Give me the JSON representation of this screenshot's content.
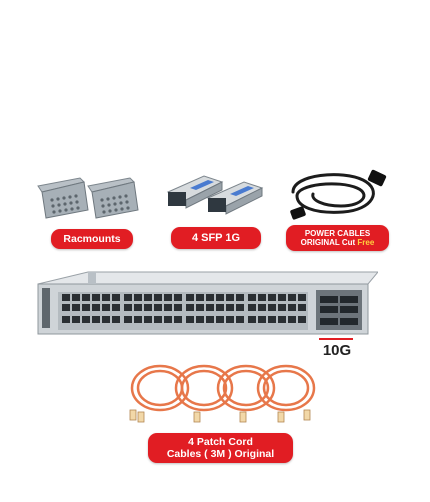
{
  "labels": {
    "rackmounts": "Racmounts",
    "sfp": "4 SFP 1G",
    "power_line1": "POWER CABLES",
    "power_line2_prefix": "ORIGINAL Cut ",
    "power_line2_highlight": "Free",
    "ten_g": "10G",
    "patch_line1": "4 Patch Cord",
    "patch_line2": "Cables ( 3M ) Original"
  },
  "colors": {
    "accent": "#e11d23",
    "highlight": "#ffd23f",
    "switch_body": "#cfd4d8"
  },
  "icons": [
    "rackmount-bracket-icon",
    "sfp-module-icon",
    "power-cable-icon",
    "network-switch-icon",
    "patch-cord-icon"
  ]
}
